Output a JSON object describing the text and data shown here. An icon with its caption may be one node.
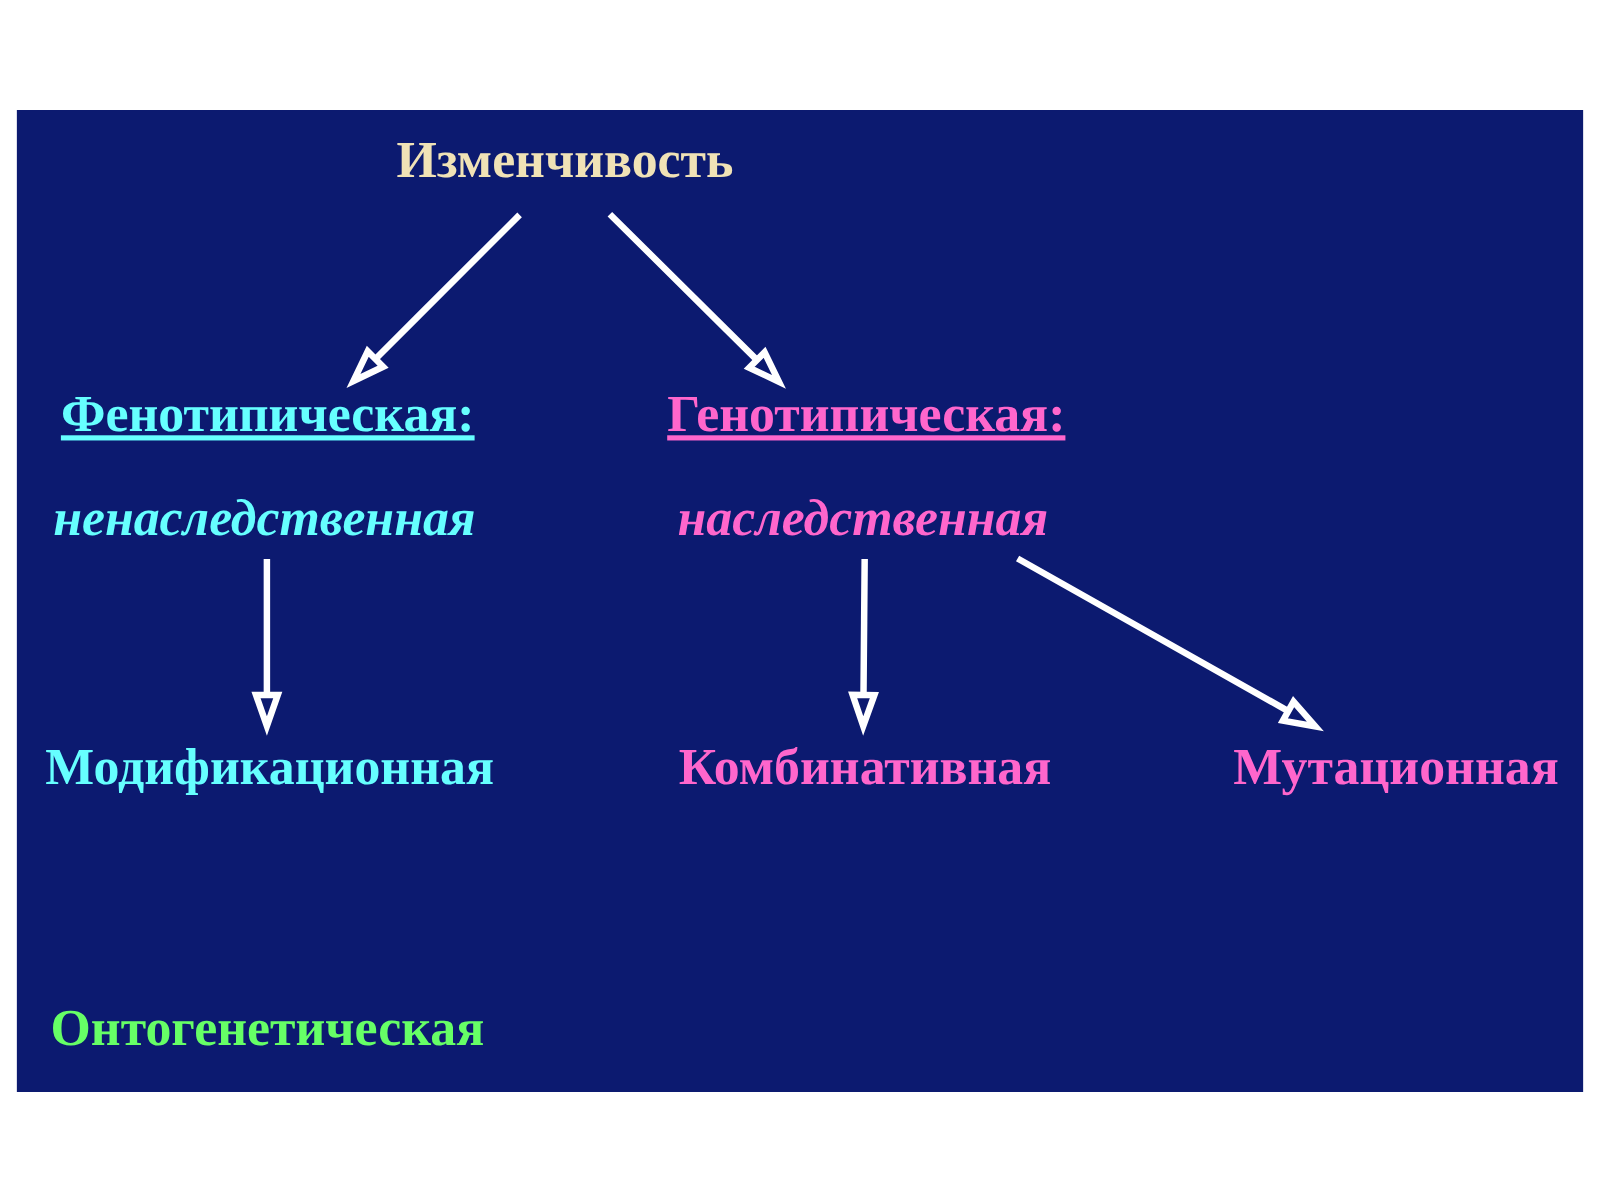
{
  "diagram": {
    "nodes": [
      {
        "text": [
          "Изменчивость"
        ]
      },
      {
        "text": [
          "Фенотипическая:",
          "ненаследственная"
        ]
      },
      {
        "text": [
          "Генотипическая:",
          "наследственная"
        ]
      },
      {
        "text": [
          "Модификационная"
        ]
      },
      {
        "text": [
          "Комбинативная"
        ]
      },
      {
        "text": [
          "Мутационная"
        ]
      }
    ],
    "edges": [
      {
        "from": 0,
        "to": 1,
        "arrow": "to"
      },
      {
        "from": 0,
        "to": 2,
        "arrow": "to"
      },
      {
        "from": 1,
        "to": 3,
        "arrow": "to"
      },
      {
        "from": 2,
        "to": 4,
        "arrow": "to"
      },
      {
        "from": 2,
        "to": 5,
        "arrow": "to"
      }
    ],
    "labels": [
      "Онтогенетическая"
    ]
  }
}
